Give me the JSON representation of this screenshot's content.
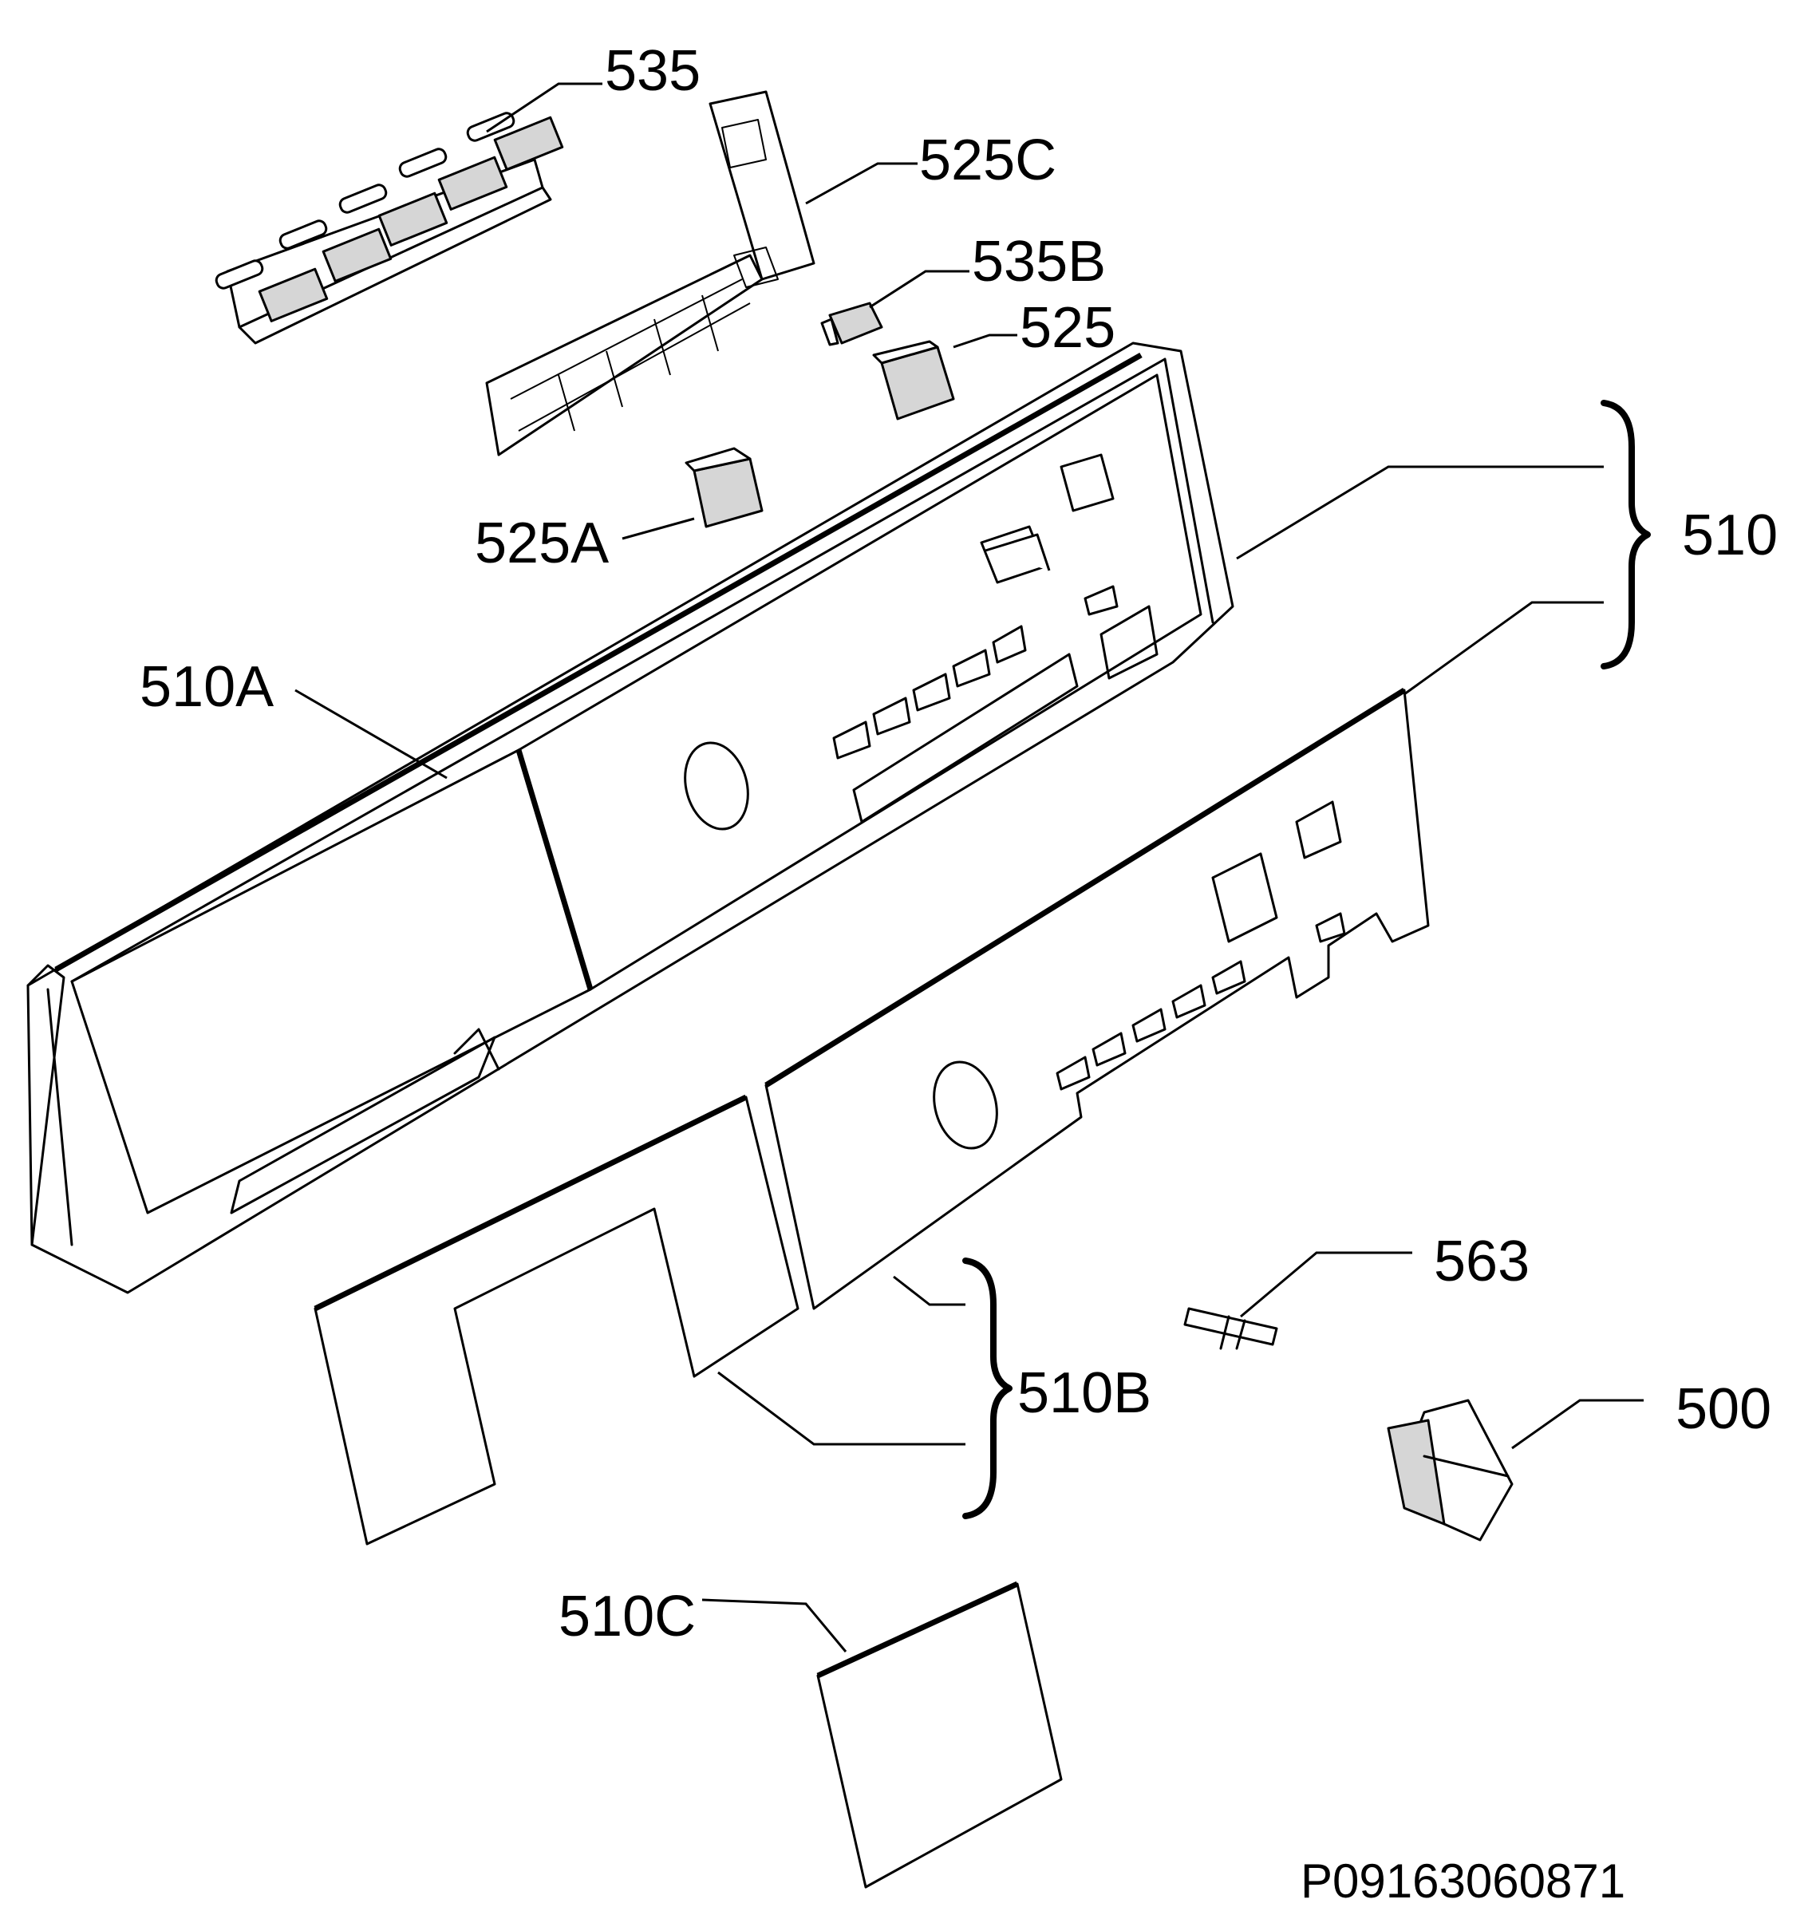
{
  "diagram": {
    "drawing_code": "P09163060871",
    "callouts": [
      {
        "id": "535",
        "label": "535"
      },
      {
        "id": "525C",
        "label": "525C"
      },
      {
        "id": "535B",
        "label": "535B"
      },
      {
        "id": "525",
        "label": "525"
      },
      {
        "id": "525A",
        "label": "525A"
      },
      {
        "id": "510",
        "label": "510"
      },
      {
        "id": "510A",
        "label": "510A"
      },
      {
        "id": "510B",
        "label": "510B"
      },
      {
        "id": "563",
        "label": "563"
      },
      {
        "id": "500",
        "label": "500"
      },
      {
        "id": "510C",
        "label": "510C"
      }
    ]
  }
}
